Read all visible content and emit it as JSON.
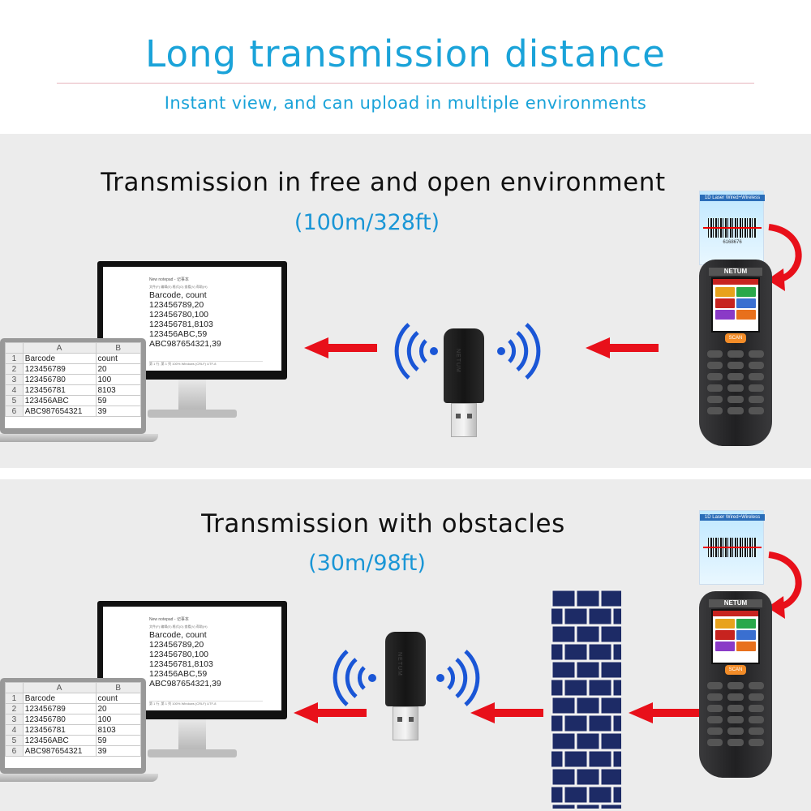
{
  "header": {
    "title": "Long transmission distance",
    "subtitle": "Instant view, and can upload in multiple environments"
  },
  "scenes": [
    {
      "title": "Transmission in free and open environment",
      "distance": "(100m/328ft)"
    },
    {
      "title": "Transmission with obstacles",
      "distance": "(30m/98ft)"
    }
  ],
  "notepad": {
    "window_title": "New notepad - 记事本",
    "menu": "文件(F)  编辑(E)  格式(O)  查看(V)  帮助(H)",
    "lines": [
      "Barcode, count",
      "123456789,20",
      "123456780,100",
      "123456781,8103",
      "123456ABC,59",
      "ABC987654321,39"
    ],
    "status": "第 1 行, 第 1 列     100%   Windows (CRLF)   UTF-8"
  },
  "spreadsheet": {
    "col_headers": [
      "A",
      "B"
    ],
    "rows": [
      [
        "1",
        "Barcode",
        "count"
      ],
      [
        "2",
        "123456789",
        "20"
      ],
      [
        "3",
        "123456780",
        "100"
      ],
      [
        "4",
        "123456781",
        "8103"
      ],
      [
        "5",
        "123456ABC",
        "59"
      ],
      [
        "6",
        "ABC987654321",
        "39"
      ]
    ]
  },
  "scanner": {
    "brand": "NETUM",
    "label": "1D Laser Wired+Wireless",
    "barcode_digits": "6168676",
    "scan_key": "SCAN"
  },
  "dongle": {
    "text": "NETUM"
  },
  "colors": {
    "title": "#1aa3d9",
    "arrow": "#e8101a",
    "wave": "#1a56d6",
    "wall": "#1d2b66",
    "panel": "#ececec"
  }
}
